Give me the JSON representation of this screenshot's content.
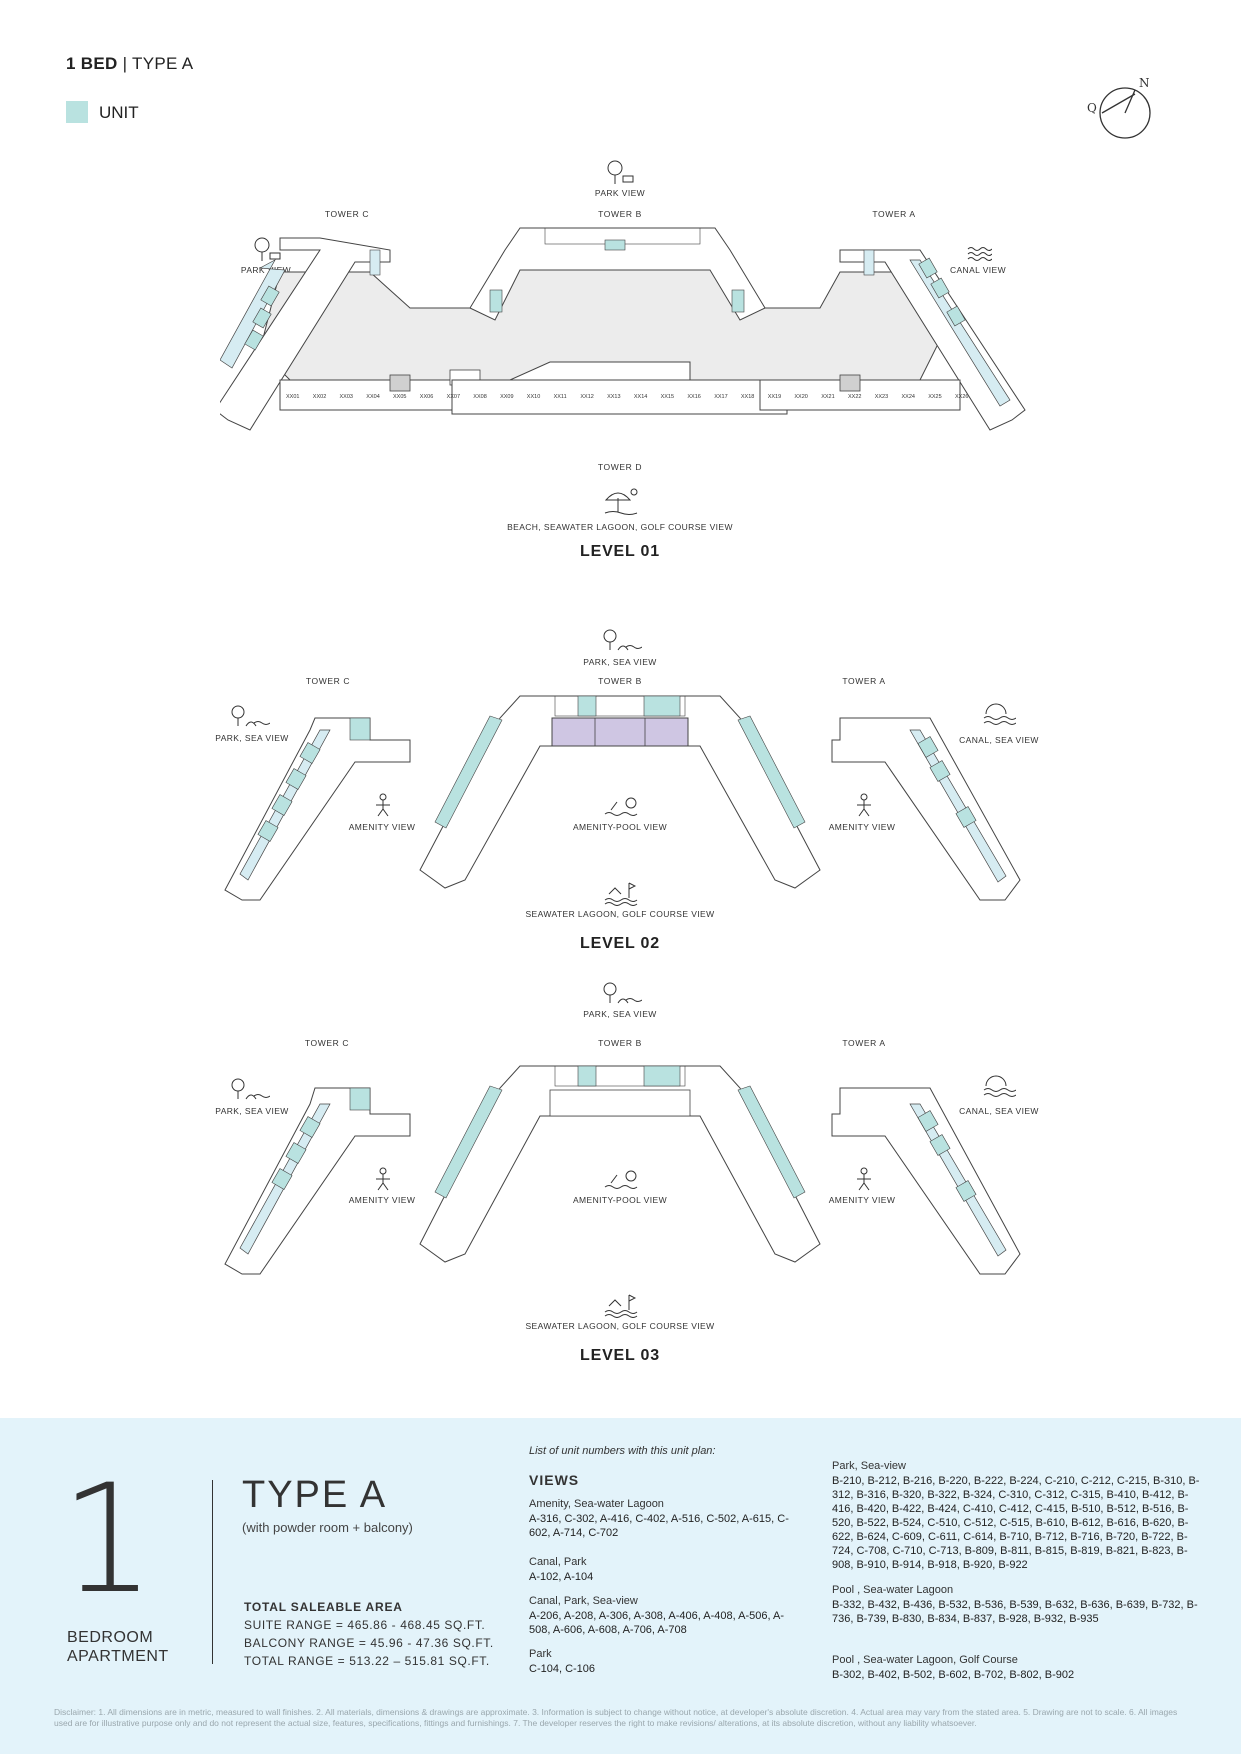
{
  "header": {
    "title_bold": "1 BED",
    "title_rest": "| TYPE A",
    "legend_label": "UNIT",
    "compass_n": "N",
    "compass_q": "Q"
  },
  "colors": {
    "unit_highlight": "#b9e2e0",
    "corridor": "#d6ecf2",
    "courtyard": "#ececec",
    "amenity": "#cfc6e3",
    "panel_bg": "#e3f3fa"
  },
  "level01": {
    "title": "LEVEL 01",
    "tower_c": "TOWER C",
    "tower_b": "TOWER B",
    "tower_a": "TOWER A",
    "tower_d": "TOWER D",
    "park_view_top": "PARK VIEW",
    "park_view_left": "PARK VIEW",
    "canal_view": "CANAL VIEW",
    "bottom_view": "BEACH, SEAWATER LAGOON, GOLF COURSE VIEW",
    "tower_d_units": [
      "XX01",
      "XX02",
      "XX03",
      "XX04",
      "XX05",
      "XX06",
      "XX07",
      "XX08",
      "XX09",
      "XX10",
      "XX11",
      "XX12",
      "XX13",
      "XX14",
      "XX15",
      "XX16",
      "XX17",
      "XX18",
      "XX19",
      "XX20",
      "XX21",
      "XX22",
      "XX23",
      "XX24",
      "XX25",
      "XX26"
    ]
  },
  "level02": {
    "title": "LEVEL 02",
    "tower_c": "TOWER C",
    "tower_b": "TOWER B",
    "tower_a": "TOWER A",
    "top_view": "PARK, SEA VIEW",
    "left_view": "PARK, SEA VIEW",
    "right_view": "CANAL, SEA VIEW",
    "amenity_left": "AMENITY VIEW",
    "amenity_right": "AMENITY VIEW",
    "pool_view": "AMENITY-POOL VIEW",
    "bottom_view": "SEAWATER LAGOON, GOLF COURSE VIEW"
  },
  "level03": {
    "title": "LEVEL 03",
    "tower_c": "TOWER C",
    "tower_b": "TOWER B",
    "tower_a": "TOWER A",
    "top_view": "PARK, SEA VIEW",
    "left_view": "PARK, SEA VIEW",
    "right_view": "CANAL, SEA VIEW",
    "amenity_left": "AMENITY VIEW",
    "amenity_right": "AMENITY VIEW",
    "pool_view": "AMENITY-POOL VIEW",
    "bottom_view": "SEAWATER LAGOON, GOLF COURSE VIEW"
  },
  "summary": {
    "bed_count": "1",
    "bed_line1": "BEDROOM",
    "bed_line2": "APARTMENT",
    "type_title": "TYPE A",
    "type_subtitle": "(with powder room + balcony)",
    "area_heading": "TOTAL SALEABLE AREA",
    "suite_range": "SUITE RANGE = 465.86 - 468.45 SQ.FT.",
    "balcony_range": "BALCONY RANGE = 45.96 - 47.36 SQ.FT.",
    "total_range": "TOTAL RANGE = 513.22 – 515.81 SQ.FT."
  },
  "views": {
    "intro": "List of unit numbers with this unit plan:",
    "heading": "VIEWS",
    "groups": [
      {
        "title": "Amenity, Sea-water Lagoon",
        "units": "A-316, C-302, A-416, C-402, A-516, C-502, A-615, C-602, A-714, C-702"
      },
      {
        "title": "Canal, Park",
        "units": "A-102, A-104"
      },
      {
        "title": "Canal, Park, Sea-view",
        "units": "A-206, A-208, A-306, A-308, A-406, A-408, A-506, A-508, A-606, A-608, A-706, A-708"
      },
      {
        "title": "Park",
        "units": "C-104, C-106"
      }
    ],
    "right_groups": [
      {
        "title": "Park, Sea-view",
        "units": "B-210, B-212, B-216, B-220, B-222, B-224, C-210, C-212, C-215, B-310, B-312, B-316, B-320, B-322, B-324, C-310, C-312, C-315, B-410, B-412, B-416, B-420, B-422, B-424, C-410, C-412, C-415, B-510, B-512, B-516, B-520, B-522, B-524, C-510, C-512, C-515, B-610, B-612, B-616, B-620, B-622, B-624, C-609, C-611, C-614, B-710, B-712, B-716, B-720, B-722, B-724, C-708, C-710, C-713, B-809, B-811, B-815, B-819, B-821, B-823, B-908, B-910, B-914, B-918, B-920, B-922"
      },
      {
        "title": "Pool , Sea-water Lagoon",
        "units": "B-332, B-432, B-436, B-532, B-536, B-539, B-632, B-636, B-639, B-732, B-736, B-739, B-830, B-834, B-837, B-928, B-932, B-935"
      },
      {
        "title": "Pool , Sea-water Lagoon, Golf Course",
        "units": "B-302, B-402, B-502, B-602, B-702, B-802, B-902"
      }
    ]
  },
  "disclaimer": "Disclaimer: 1. All dimensions are in metric, measured to wall finishes. 2. All materials, dimensions & drawings are approximate. 3. Information is subject to change without notice, at developer's absolute discretion. 4. Actual area may vary from the stated area. 5. Drawing are not to scale. 6. All images used are for illustrative purpose only and do not represent the actual size, features, specifications, fittings and furnishings. 7. The developer reserves the right to make revisions/ alterations, at its absolute discretion, without any liability whatsoever."
}
